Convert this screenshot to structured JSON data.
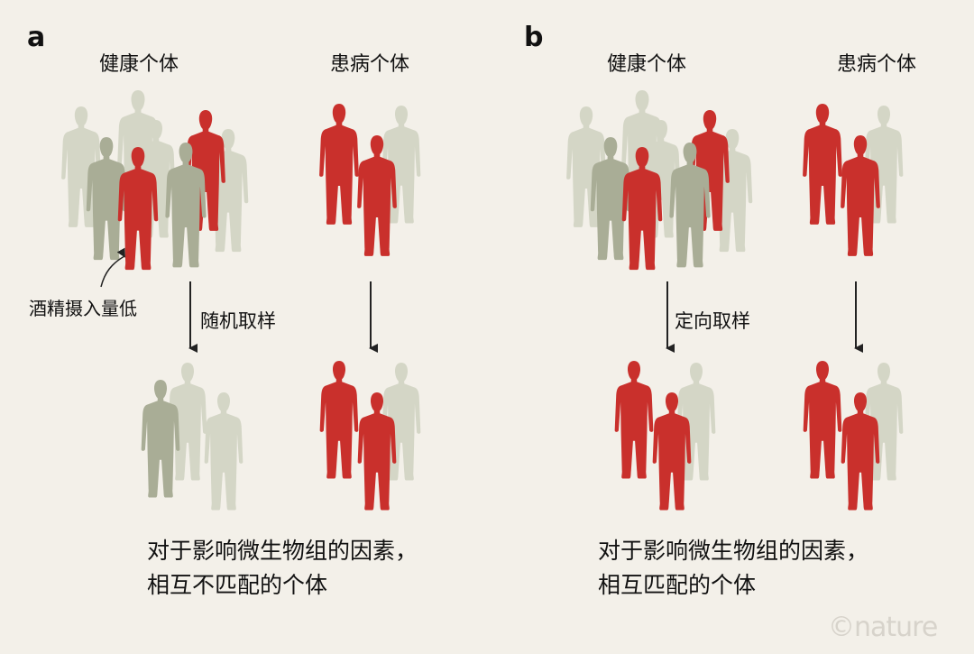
{
  "colors": {
    "background": "#f3f0e9",
    "red": "#c9302c",
    "grey_dark": "#a9ad96",
    "grey_light": "#d4d6c6",
    "arrow": "#222222"
  },
  "panel_a": {
    "letter": "a",
    "healthy_title": "健康个体",
    "diseased_title": "患病个体",
    "alcohol_note": "酒精摄入量低",
    "sampling_label": "随机取样",
    "caption_line1": "对于影响微生物组的因素，",
    "caption_line2": "相互不匹配的个体"
  },
  "panel_b": {
    "letter": "b",
    "healthy_title": "健康个体",
    "diseased_title": "患病个体",
    "sampling_label": "定向取样",
    "caption_line1": "对于影响微生物组的因素，",
    "caption_line2": "相互匹配的个体"
  },
  "credit": "©nature"
}
